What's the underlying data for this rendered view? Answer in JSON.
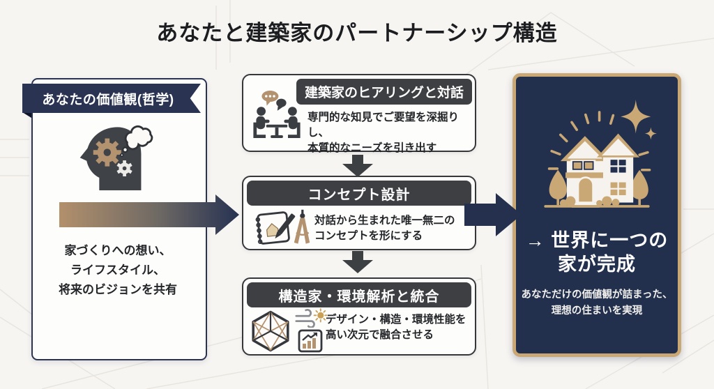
{
  "title": "あなたと建築家のパートナーシップ構造",
  "colors": {
    "navy": "#22304e",
    "gold": "#c9a876",
    "charcoal": "#3d3f42",
    "tan_gradient_start": "#b2906c",
    "panel_white": "#fdfdfc"
  },
  "left_panel": {
    "header": "あなたの価値観(哲学)",
    "icon": "thinking-head-icon",
    "body_lines": {
      "0": "家づくりへの想い、",
      "1": "ライフスタイル、",
      "2": "将来のビジョンを共有"
    }
  },
  "process_steps": [
    {
      "header": "建築家のヒアリングと対話",
      "icon": "dialogue-icon",
      "body_lines": {
        "0": "専門的な知見でご要望を深掘りし、",
        "1": "本質的なニーズを引き出す"
      }
    },
    {
      "header": "コンセプト設計",
      "icon": "sketch-tools-icon",
      "body_lines": {
        "0": "対話から生まれた唯一無二の",
        "1": "コンセプトを形にする"
      }
    },
    {
      "header": "構造家・環境解析と統合",
      "icons": "structure-cube-icon, wind-sun-icon, growth-chart-icon",
      "body_lines": {
        "0": "デザイン・構造・環境性能を",
        "1": "高い次元で融合させる"
      }
    }
  ],
  "result_panel": {
    "icon": "house-illustration",
    "headline_lines": {
      "0": "→ 世界に一つの",
      "1": "家が完成"
    },
    "body_lines": {
      "0": "あなただけの価値観が詰まった、",
      "1": "理想の住まいを実現"
    }
  }
}
